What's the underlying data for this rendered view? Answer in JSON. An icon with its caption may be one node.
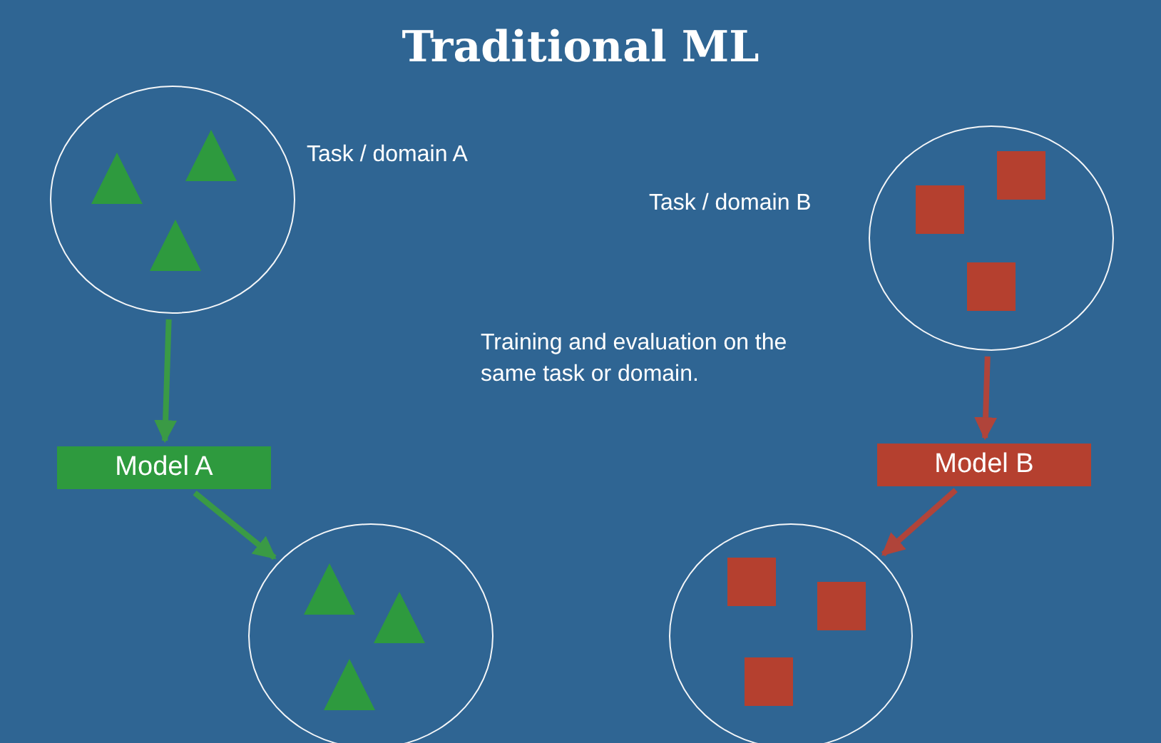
{
  "diagram": {
    "title": "Traditional ML",
    "nodes": [
      {
        "text": [],
        "shape": "circle",
        "beside": [
          "Task / domain A"
        ]
      },
      {
        "text": [],
        "shape": "triangle",
        "in": 0
      },
      {
        "text": [],
        "shape": "triangle",
        "in": 0
      },
      {
        "text": [],
        "shape": "triangle",
        "in": 0
      },
      {
        "text": [],
        "shape": "circle",
        "beside": [
          "Task / domain B"
        ]
      },
      {
        "text": [],
        "shape": "square",
        "in": 4
      },
      {
        "text": [],
        "shape": "square",
        "in": 4
      },
      {
        "text": [],
        "shape": "square",
        "in": 4
      },
      {
        "text": [
          "Model A"
        ]
      },
      {
        "text": [
          "Model B"
        ]
      },
      {
        "text": [],
        "shape": "circle"
      },
      {
        "text": [],
        "shape": "triangle",
        "in": 10
      },
      {
        "text": [],
        "shape": "triangle",
        "in": 10
      },
      {
        "text": [],
        "shape": "triangle",
        "in": 10
      },
      {
        "text": [],
        "shape": "circle"
      },
      {
        "text": [],
        "shape": "square",
        "in": 14
      },
      {
        "text": [],
        "shape": "square",
        "in": 14
      },
      {
        "text": [],
        "shape": "square",
        "in": 14
      }
    ],
    "edges": [
      {
        "from": 0,
        "to": 8,
        "arrow": "to",
        "color": "#3a9a45"
      },
      {
        "from": 8,
        "to": 10,
        "arrow": "to",
        "color": "#3a9a45"
      },
      {
        "from": 4,
        "to": 9,
        "arrow": "to",
        "color": "#b0443a"
      },
      {
        "from": 9,
        "to": 14,
        "arrow": "to",
        "color": "#b0443a"
      }
    ],
    "labels": [
      "Training and evaluation on the same task or domain."
    ]
  }
}
